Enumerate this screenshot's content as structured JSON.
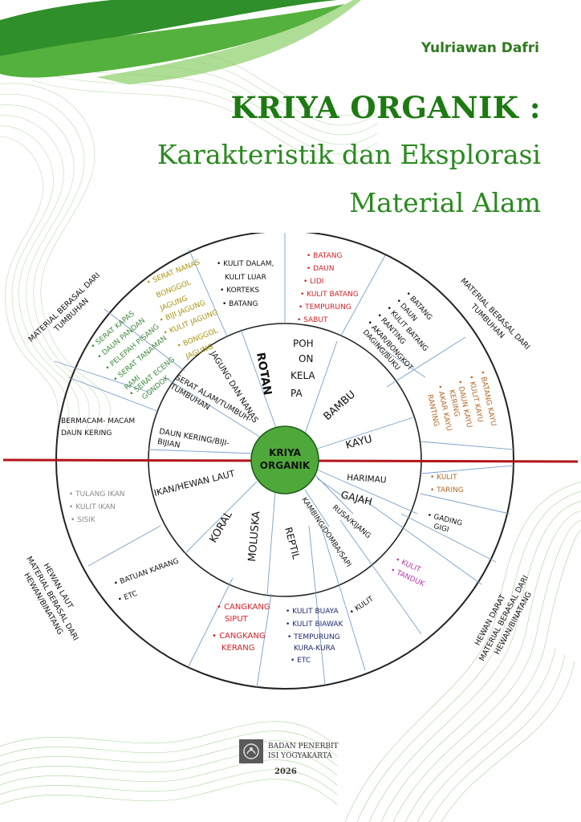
{
  "author": "Yulriawan Dafri",
  "title": "KRIYA ORGANIK :",
  "subtitle_line1": "Karakteristik dan Eksplorasi",
  "subtitle_line2": "Material Alam",
  "colors": {
    "title_green": "#1d7a12",
    "center_circle": "#4ea93a",
    "divider_red": "#b3151b",
    "text_red": "#d1232a",
    "text_olive": "#a89410",
    "text_green": "#3f8a3a",
    "text_brown": "#b36a2a",
    "text_gray": "#8a8a8a",
    "text_purple": "#b43aa8",
    "text_navy": "#1f2a6b"
  },
  "wheel": {
    "center_line1": "KRIYA",
    "center_line2": "ORGANIK",
    "outer_labels": {
      "top_left": [
        "MATERIAL BERASAL DARI",
        "TUMBUHAN"
      ],
      "top_right": [
        "MATERIAL BERASAL DARI",
        "TUMBUHAN"
      ],
      "bottom_left": [
        "HEWAN LAUT",
        "MATERIAL BERASAL DARI",
        "HEWAN/BINATANG"
      ],
      "bottom_right": [
        "HEWAN DARAT",
        "MATERIAL BERASAL DARI",
        "HEWAN/BINATANG"
      ]
    },
    "inner_categories": {
      "rotan": "ROTAN",
      "pohon_kelapa": [
        "POH",
        "ON",
        "KELA",
        "PA"
      ],
      "bambu": "BAMBU",
      "kayu": "KAYU",
      "jagung_nanas": "JAGUNG DAN NANAS",
      "serat_alam": [
        "SERAT ALAM/TUMBUH-",
        "TUMBUHAN"
      ],
      "daun_kering": [
        "DAUN KERING/BIJI-",
        "BIJIAN"
      ],
      "harimau": "HARIMAU",
      "gajah": "GAJAH",
      "rusa": "RUSA/KIJANG",
      "kambing": "KAMBING/DOMBA/SAPI",
      "reptil": "REPTIL",
      "moluska": "MOLUSKA",
      "koral": "KORAL",
      "ikan": "IKAN/HEWAN LAUT"
    },
    "outer_items": {
      "rotan": [
        "KULIT DALAM,",
        "KULIT LUAR",
        "KORTEKS",
        "BATANG"
      ],
      "kelapa": [
        "BATANG",
        "DAUN",
        "LIDI",
        "KULIT BATANG",
        "TEMPURUNG",
        "SABUT"
      ],
      "bambu": [
        "BATANG",
        "DAUN",
        "KULIT BATANG",
        "RANTING",
        "AKAR/BONGKOT",
        "DAGING/BUKU"
      ],
      "kayu": [
        "BATANG KAYU",
        "KULIT KAYU",
        "DAUN KAYU",
        "KERING",
        "AKAR KAYU",
        "RANTING"
      ],
      "jagung_nanas": [
        "SERAT NANAS",
        "BONGGOL",
        "JAGUNG",
        "BIJI JAGUNG",
        "KULIT JAGUNG",
        "BONGGOL",
        "JAGUNG"
      ],
      "serat": [
        "SERAT KAPAS",
        "DAUN PANDAN",
        "PELEPAH PISANG",
        "SERAT TANAMAN",
        "RAMI",
        "SERAT ECENG",
        "GONDOK"
      ],
      "daun": [
        "BERMACAM- MACAM",
        "DAUN KERING"
      ],
      "harimau": [
        "KULIT",
        "TARING"
      ],
      "gajah": [
        "GADING",
        "GIGI"
      ],
      "rusa": [
        "KULIT",
        "TANDUK"
      ],
      "kambing": [
        "KULIT"
      ],
      "reptil": [
        "KULIT BUAYA",
        "KULIT BIAWAK",
        "TEMPURUNG",
        "KURA-KURA",
        "ETC"
      ],
      "moluska": [
        "CANGKANG",
        "SIPUT",
        "CANGKANG",
        "KERANG"
      ],
      "koral": [
        "BATUAN KARANG",
        "ETC"
      ],
      "ikan": [
        "TULANG IKAN",
        "KULIT IKAN",
        "SISIK"
      ]
    }
  },
  "publisher": {
    "line1": "BADAN PENERBIT",
    "line2": "ISI YOGYAKARTA",
    "year": "2026"
  }
}
